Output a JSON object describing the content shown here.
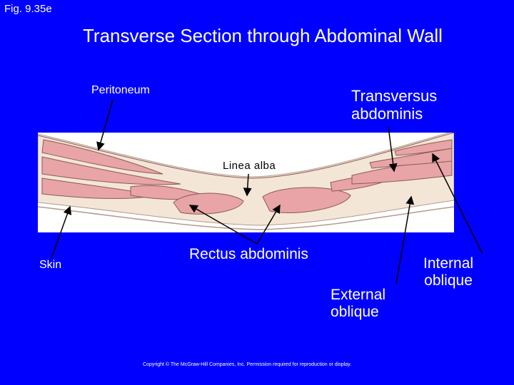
{
  "figure_label": "Fig. 9.35e",
  "title": "Transverse Section through Abdominal Wall",
  "labels": {
    "peritoneum": "Peritoneum",
    "transversus": [
      "Transversus",
      "abdominis"
    ],
    "linea_alba": "Linea alba",
    "skin": "Skin",
    "rectus": "Rectus abdominis",
    "external_oblique": [
      "External",
      "oblique"
    ],
    "internal_oblique": [
      "Internal",
      "oblique"
    ]
  },
  "copyright": "Copyright © The McGraw-Hill Companies, Inc. Permission required for reproduction or display.",
  "colors": {
    "background": "#0000ff",
    "muscle": "#e8a4a6",
    "muscle_edge": "#8a5a5a",
    "connective": "#f3e6d6",
    "leader": "#000000"
  }
}
